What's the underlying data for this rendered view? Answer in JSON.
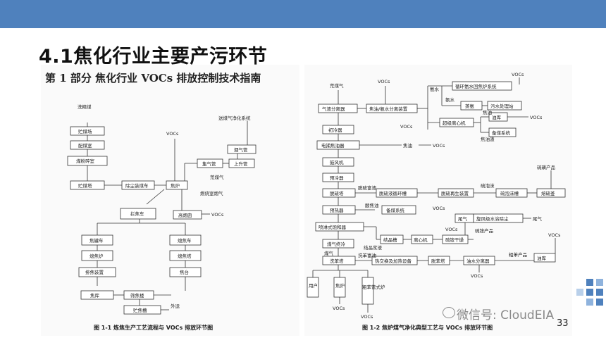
{
  "slide_title": "4.1焦化行业主要产污环节",
  "page_number": "33",
  "watermark": "微信号: CloudEIA",
  "figure1": {
    "heading": "第 1 部分  焦化行业 VOCs 排放控制技术指南",
    "caption": "图 1-1  炼焦生产工艺流程与 VOCs 排放环节图",
    "labels": {
      "wash_coal": "洗精煤",
      "coal_yard": "贮煤场",
      "blending": "配煤室",
      "crushing": "煤粉碎室",
      "coal_tower": "贮煤塔",
      "dust_car": "除尘装煤车",
      "coke_oven": "焦炉",
      "voc1": "VOCs",
      "gas_purify": "送煤气净化系统",
      "flue": "烟气管",
      "gas_main": "集气管",
      "riser": "上升管",
      "raw_gas": "荒煤气",
      "flue_gas": "燃烧室烟气",
      "pusher": "拦焦车",
      "chimney": "高烟囱",
      "voc2": "VOCs",
      "coke_car": "焦罐车",
      "coke_car2": "熄焦车",
      "dry_quench": "熄焦炉",
      "wet_tower": "熄焦塔",
      "exhaust": "排焦装置",
      "coke_wharf": "焦台",
      "coke_store": "焦库",
      "screening": "筛焦楼",
      "coke_bin": "贮焦槽",
      "outward": "外运"
    }
  },
  "figure2": {
    "caption": "图 1-2  焦炉煤气净化典型工艺与 VOCs 排放环节图",
    "labels": {
      "raw_gas": "荒煤气",
      "gas_liquid_sep": "气液分离器",
      "tar_sep": "焦油/氨水分离装置",
      "ammonia_water": "氨水",
      "circ_ammonia": "循环氨水回焦炉系统",
      "voc_a": "VOCs",
      "ammonia2": "氨水",
      "steam_ammonia": "蒸氨",
      "waste_water": "污水处理站",
      "centrifuge": "超级离心机",
      "tar1": "焦油",
      "oil_store": "油库",
      "voc_b": "VOCs",
      "residue": "焦油渣",
      "blending_sys": "备煤系统",
      "primary_cooler": "初冷器",
      "voc_c": "VOCs",
      "ep_tar": "电捕焦油器",
      "tar2": "焦油",
      "voc_d": "VOCs",
      "blower": "鼓风机",
      "preheater": "预冷器",
      "desulf_tower": "脱硫塔",
      "desulf_rich": "脱硫富液",
      "desulf_circ": "脱硫液循环槽",
      "desulf_regen": "脱硫再生装置",
      "sulfur_foam": "硫泡沫",
      "foam_tank": "硫泡沫槽",
      "melter": "熔硫釜",
      "sulfur_prod": "硫磺产品",
      "pre_ammonia": "预热器",
      "acid_tar": "酸焦油",
      "blending_sys2": "备煤系统",
      "saturator": "喷淋式饱和器",
      "tail_gas": "尾气",
      "cyclone": "旋风级水浴除尘",
      "tail_gas2": "尾气",
      "crystal_tank": "结晶槽",
      "centrifuge2": "离心机",
      "dryer": "硫铵干燥",
      "ammonium_prod": "硫铵产品",
      "final_cooler": "煤气终冷",
      "crystal_slurry": "结晶浆液",
      "voc_e": "VOCs",
      "benzene_wash": "洗苯塔",
      "rich_oil": "洗苯富油",
      "heat_exchange": "热交换及加热设备",
      "debenzol": "脱苯塔",
      "oil_water_sep": "油水分离器",
      "crude_benzene": "粗苯产品",
      "oil_store2": "油库",
      "gas": "煤气",
      "user": "用户",
      "coke_oven": "焦炉",
      "crude_benzol_pipe": "粗苯管式炉",
      "voc_f": "VOCs",
      "voc_g": "VOCs",
      "voc_h": "VOCs",
      "voc_i": "VOCs",
      "voc_j": "VOCs",
      "voc_k": "VOCs"
    }
  }
}
